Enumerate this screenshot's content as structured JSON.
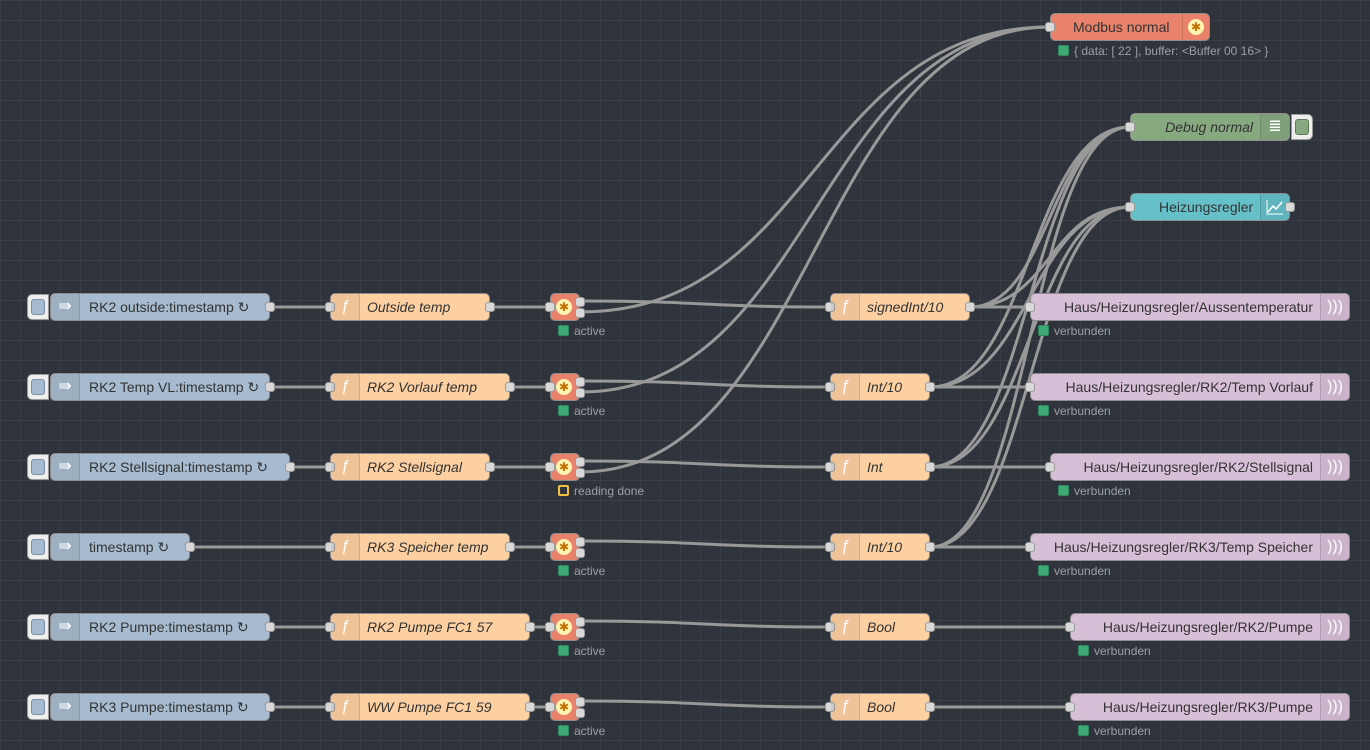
{
  "flow": {
    "modbus_normal": {
      "label": "Modbus normal",
      "status": "{ data: [ 22 ], buffer: <Buffer 00 16> }"
    },
    "debug_normal": {
      "label": "Debug normal"
    },
    "heizungsregler": {
      "label": "Heizungsregler"
    },
    "rows": [
      {
        "inject": "RK2 outside:timestamp ↻",
        "func": "Outside temp",
        "modbus_status": "active",
        "conv": "signedInt/10",
        "mqtt": "Haus/Heizungsregler/Aussentemperatur",
        "mqtt_status": "verbunden"
      },
      {
        "inject": "RK2 Temp VL:timestamp ↻",
        "func": "RK2 Vorlauf temp",
        "modbus_status": "active",
        "conv": "Int/10",
        "mqtt": "Haus/Heizungsregler/RK2/Temp Vorlauf",
        "mqtt_status": "verbunden"
      },
      {
        "inject": "RK2 Stellsignal:timestamp ↻",
        "func": "RK2 Stellsignal",
        "modbus_status": "reading done",
        "conv": "Int",
        "mqtt": "Haus/Heizungsregler/RK2/Stellsignal",
        "mqtt_status": "verbunden"
      },
      {
        "inject": "timestamp ↻",
        "func": "RK3 Speicher temp",
        "modbus_status": "active",
        "conv": "Int/10",
        "mqtt": "Haus/Heizungsregler/RK3/Temp Speicher",
        "mqtt_status": "verbunden"
      },
      {
        "inject": "RK2 Pumpe:timestamp ↻",
        "func": "RK2 Pumpe FC1 57",
        "modbus_status": "active",
        "conv": "Bool",
        "mqtt": "Haus/Heizungsregler/RK2/Pumpe",
        "mqtt_status": "verbunden"
      },
      {
        "inject": "RK3 Pumpe:timestamp ↻",
        "func": "WW Pumpe FC1 59",
        "modbus_status": "active",
        "conv": "Bool",
        "mqtt": "Haus/Heizungsregler/RK3/Pumpe",
        "mqtt_status": "verbunden"
      }
    ]
  },
  "icons": {
    "inject": "arrow-in-icon",
    "function": "function-icon",
    "modbus": "modbus-gear-icon",
    "debug": "list-icon",
    "chart": "chart-icon",
    "mqtt": "broadcast-icon"
  }
}
